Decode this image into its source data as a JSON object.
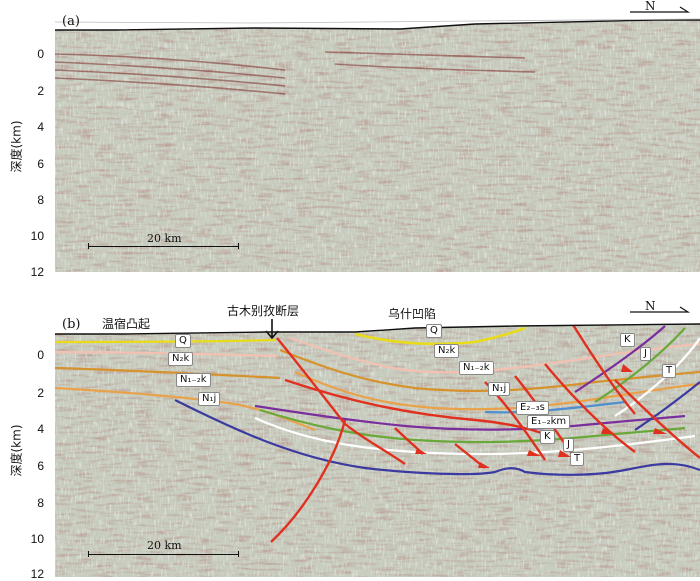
{
  "panel_a": {
    "label": "(a)",
    "scale_bar_label": "20 km",
    "y_axis_title": "深度(km)",
    "y_ticks": [
      "0",
      "2",
      "4",
      "6",
      "8",
      "10",
      "12"
    ]
  },
  "panel_b": {
    "label": "(b)",
    "scale_bar_label": "20 km",
    "y_axis_title": "深度(km)",
    "y_ticks": [
      "0",
      "2",
      "4",
      "6",
      "8",
      "10",
      "12"
    ],
    "annotations": {
      "uplift": "温宿凸起",
      "fault": "古木别孜断层",
      "depression": "乌什凹陷"
    },
    "layers": {
      "Q_left": "Q",
      "N2k_left": "N₂k",
      "N12k_left": "N₁₋₂k",
      "N1j_left": "N₁j",
      "Q_center": "Q",
      "N2k_center": "N₂k",
      "N12k_center": "N₁₋₂k",
      "N1j_center": "N₁j",
      "E23s": "E₂₋₃s",
      "E12km": "E₁₋₂km",
      "K_center": "K",
      "J_center": "J",
      "T_center": "T",
      "K_right": "K",
      "J_right": "J",
      "T_right": "T"
    }
  },
  "north_arrow": "N",
  "colors": {
    "seismic_bg": "#c9cfc0",
    "fault": "#e0301e",
    "Q": "#e8dc1a",
    "N2k": "#f2c1b2",
    "N12k": "#d6922c",
    "N1j": "#e9a24a",
    "E23s": "#4f8fcf",
    "E12km": "#7a2f9c",
    "K": "#6aa83a",
    "J": "#ffffff",
    "T": "#3b3aa0"
  }
}
